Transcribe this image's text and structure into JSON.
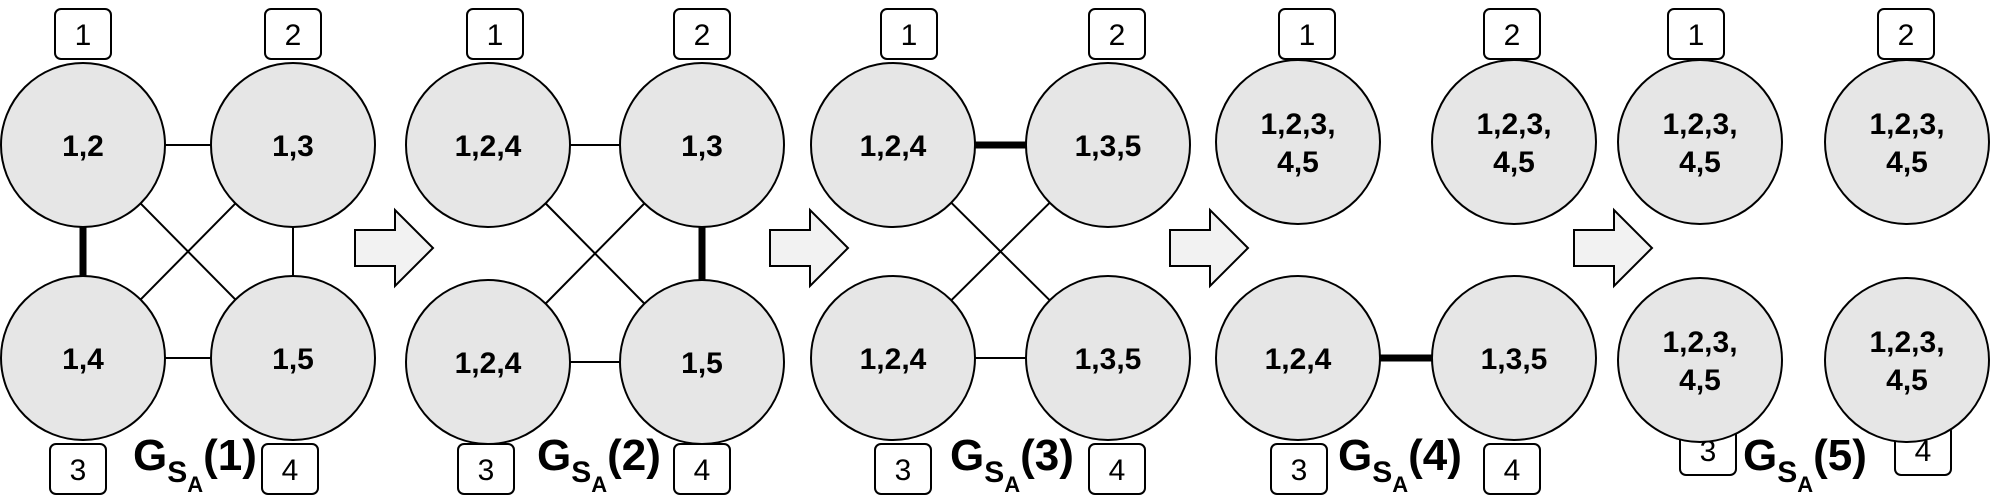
{
  "panels": [
    {
      "label_main": "G",
      "label_sub1": "S",
      "label_sub2": "A",
      "label_index": "(1)",
      "node_labels": [
        [
          "1,2"
        ],
        [
          "1,3"
        ],
        [
          "1,4"
        ],
        [
          "1,5"
        ]
      ],
      "tags": [
        "1",
        "2",
        "3",
        "4"
      ],
      "edges": [
        {
          "from": "tl",
          "to": "tr",
          "bold": false
        },
        {
          "from": "tl",
          "to": "bl",
          "bold": true
        },
        {
          "from": "tl",
          "to": "br",
          "bold": false
        },
        {
          "from": "tr",
          "to": "bl",
          "bold": false
        },
        {
          "from": "tr",
          "to": "br",
          "bold": false
        },
        {
          "from": "bl",
          "to": "br",
          "bold": false
        }
      ]
    },
    {
      "label_main": "G",
      "label_sub1": "S",
      "label_sub2": "A",
      "label_index": "(2)",
      "node_labels": [
        [
          "1,2,4"
        ],
        [
          "1,3"
        ],
        [
          "1,2,4"
        ],
        [
          "1,5"
        ]
      ],
      "tags": [
        "1",
        "2",
        "3",
        "4"
      ],
      "edges": [
        {
          "from": "tl",
          "to": "tr",
          "bold": false
        },
        {
          "from": "tl",
          "to": "br",
          "bold": false
        },
        {
          "from": "tr",
          "to": "bl",
          "bold": false
        },
        {
          "from": "tr",
          "to": "br",
          "bold": true
        },
        {
          "from": "bl",
          "to": "br",
          "bold": false
        }
      ]
    },
    {
      "label_main": "G",
      "label_sub1": "S",
      "label_sub2": "A",
      "label_index": "(3)",
      "node_labels": [
        [
          "1,2,4"
        ],
        [
          "1,3,5"
        ],
        [
          "1,2,4"
        ],
        [
          "1,3,5"
        ]
      ],
      "tags": [
        "1",
        "2",
        "3",
        "4"
      ],
      "edges": [
        {
          "from": "tl",
          "to": "tr",
          "bold": true
        },
        {
          "from": "tl",
          "to": "br",
          "bold": false
        },
        {
          "from": "tr",
          "to": "bl",
          "bold": false
        },
        {
          "from": "bl",
          "to": "br",
          "bold": false
        }
      ]
    },
    {
      "label_main": "G",
      "label_sub1": "S",
      "label_sub2": "A",
      "label_index": "(4)",
      "node_labels": [
        [
          "1,2,3,",
          "4,5"
        ],
        [
          "1,2,3,",
          "4,5"
        ],
        [
          "1,2,4"
        ],
        [
          "1,3,5"
        ]
      ],
      "tags": [
        "1",
        "2",
        "3",
        "4"
      ],
      "edges": [
        {
          "from": "bl",
          "to": "br",
          "bold": true
        }
      ]
    },
    {
      "label_main": "G",
      "label_sub1": "S",
      "label_sub2": "A",
      "label_index": "(5)",
      "node_labels": [
        [
          "1,2,3,",
          "4,5"
        ],
        [
          "1,2,3,",
          "4,5"
        ],
        [
          "1,2,3,",
          "4,5"
        ],
        [
          "1,2,3,",
          "4,5"
        ]
      ],
      "tags": [
        "1",
        "2",
        "3",
        "4"
      ],
      "edges": []
    }
  ],
  "colors": {
    "node_fill": "#e6e6e6",
    "arrow_fill": "#f2f2f2",
    "stroke": "#000000"
  }
}
